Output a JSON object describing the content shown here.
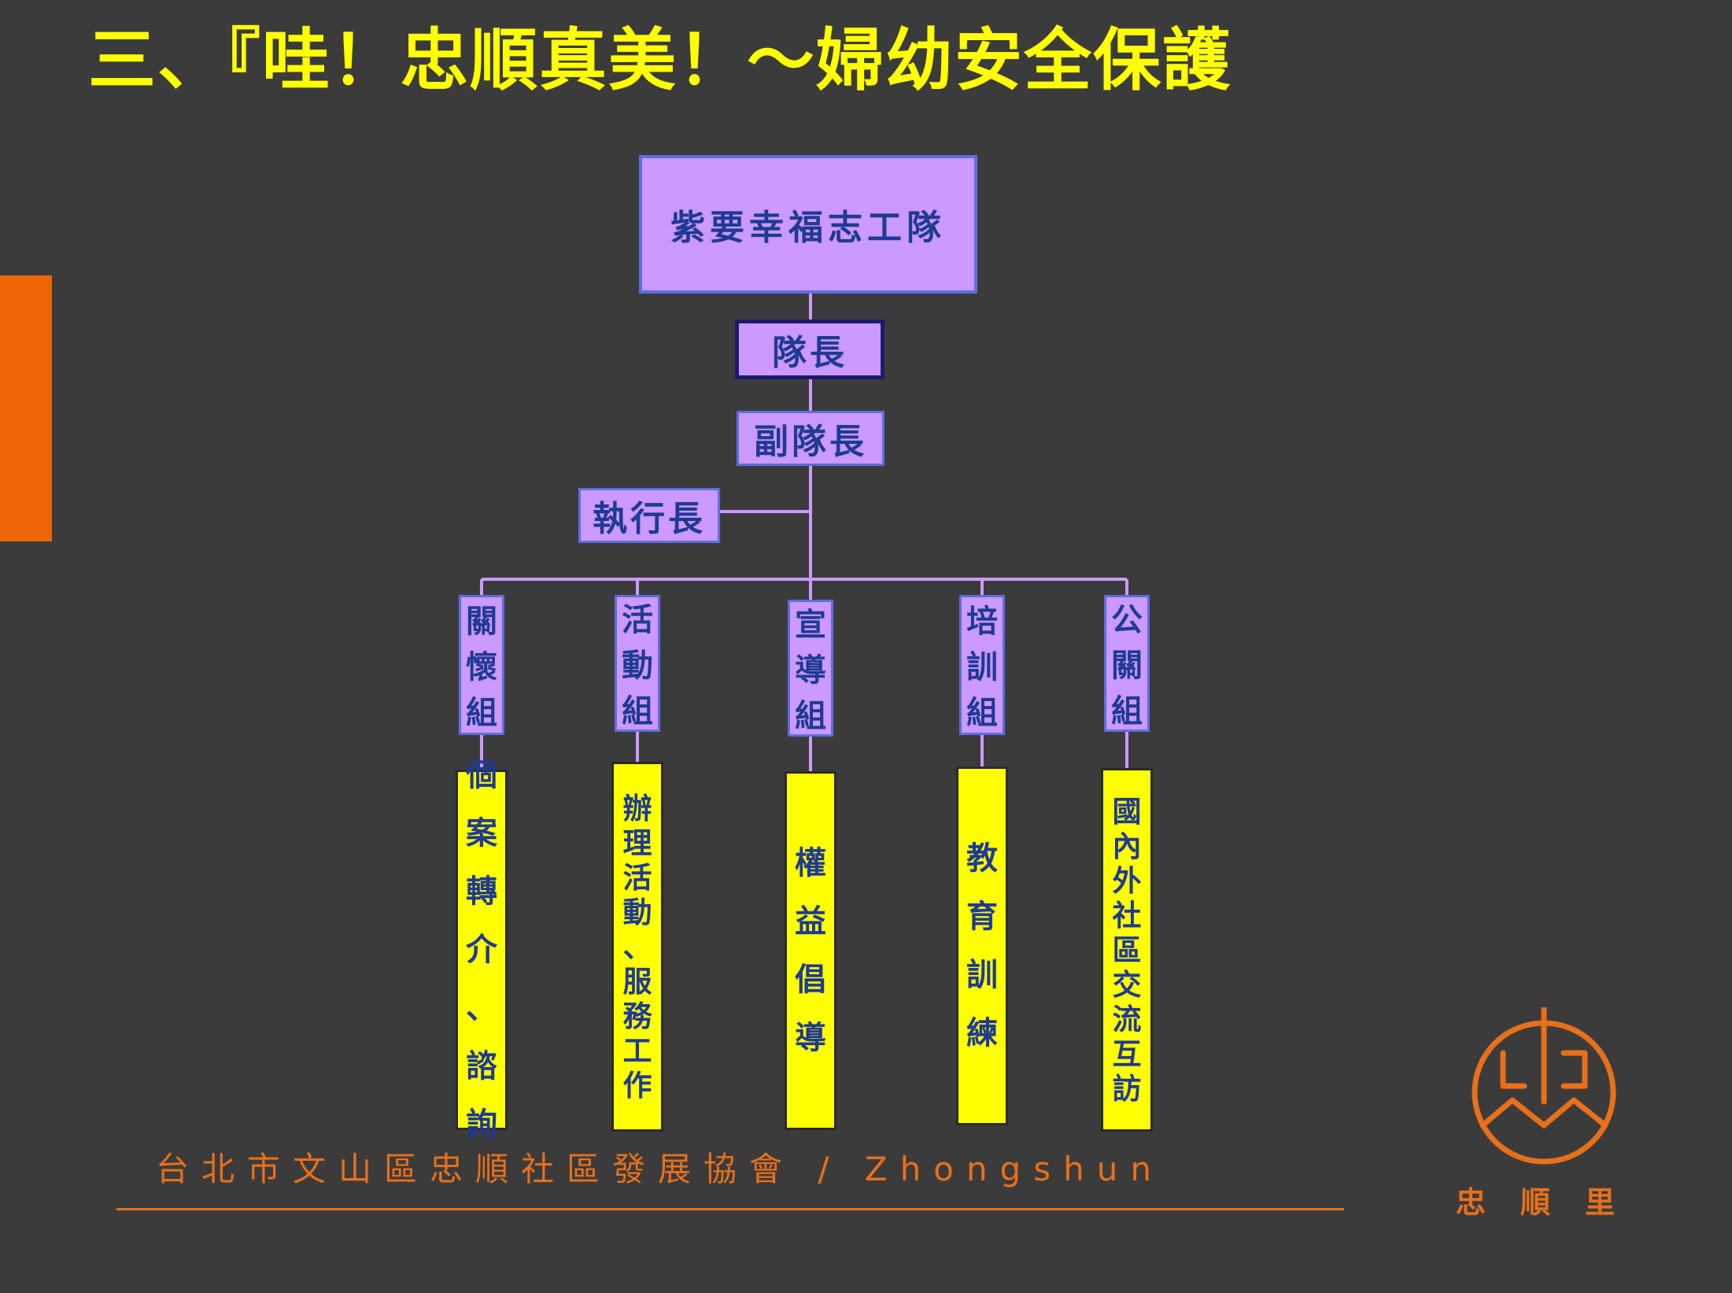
{
  "title": "三、『哇！忠順真美！～婦幼安全保護",
  "colors": {
    "background": "#3b3b3b",
    "title": "#ffff00",
    "accent_bar": "#ee6508",
    "org_box": "#cc99ff",
    "task_box": "#ffff00",
    "box_text": "#1f3a93",
    "connector": "#cc99ff",
    "footer": "#e8701a"
  },
  "org": {
    "top": "紫要幸福志工隊",
    "leader": "隊長",
    "deputy": "副隊長",
    "executive": "執行長",
    "groups": [
      {
        "name": "關懷組",
        "task": "個案轉介、諮詢"
      },
      {
        "name": "活動組",
        "task": "辦理活動、服務工作"
      },
      {
        "name": "宣導組",
        "task": "權益倡導"
      },
      {
        "name": "培訓組",
        "task": "教育訓練"
      },
      {
        "name": "公關組",
        "task": "國內外社區交流互訪"
      }
    ]
  },
  "footer": {
    "text": "台北市文山區忠順社區發展協會 / Zhongshun"
  },
  "logo": {
    "icon": "zhong-character-mountain-logo",
    "label": "忠順里"
  }
}
